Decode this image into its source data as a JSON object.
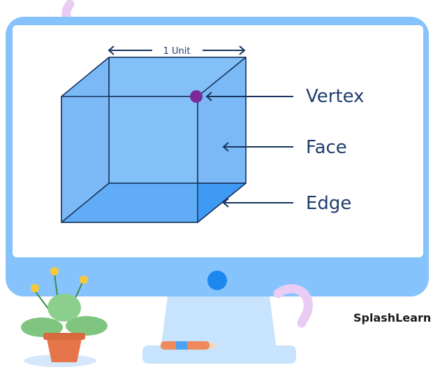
{
  "diagram": {
    "measure_label": "1 Unit",
    "labels": {
      "vertex": "Vertex",
      "face": "Face",
      "edge": "Edge"
    },
    "brand": "SplashLearn"
  },
  "colors": {
    "monitor_frame": "#86c2fb",
    "screen": "#ffffff",
    "stand": "#c7e3fd",
    "power_button": "#1d87f0",
    "cube_face": "#7dbcf7",
    "cube_bottom": "#3f9af4",
    "cube_edge": "#17335e",
    "vertex_dot": "#7a2a98",
    "label_text": "#1f3d6e",
    "decor_pink": "#e8ccf3",
    "pot": "#e6764a",
    "leaf": "#7fc47f"
  }
}
